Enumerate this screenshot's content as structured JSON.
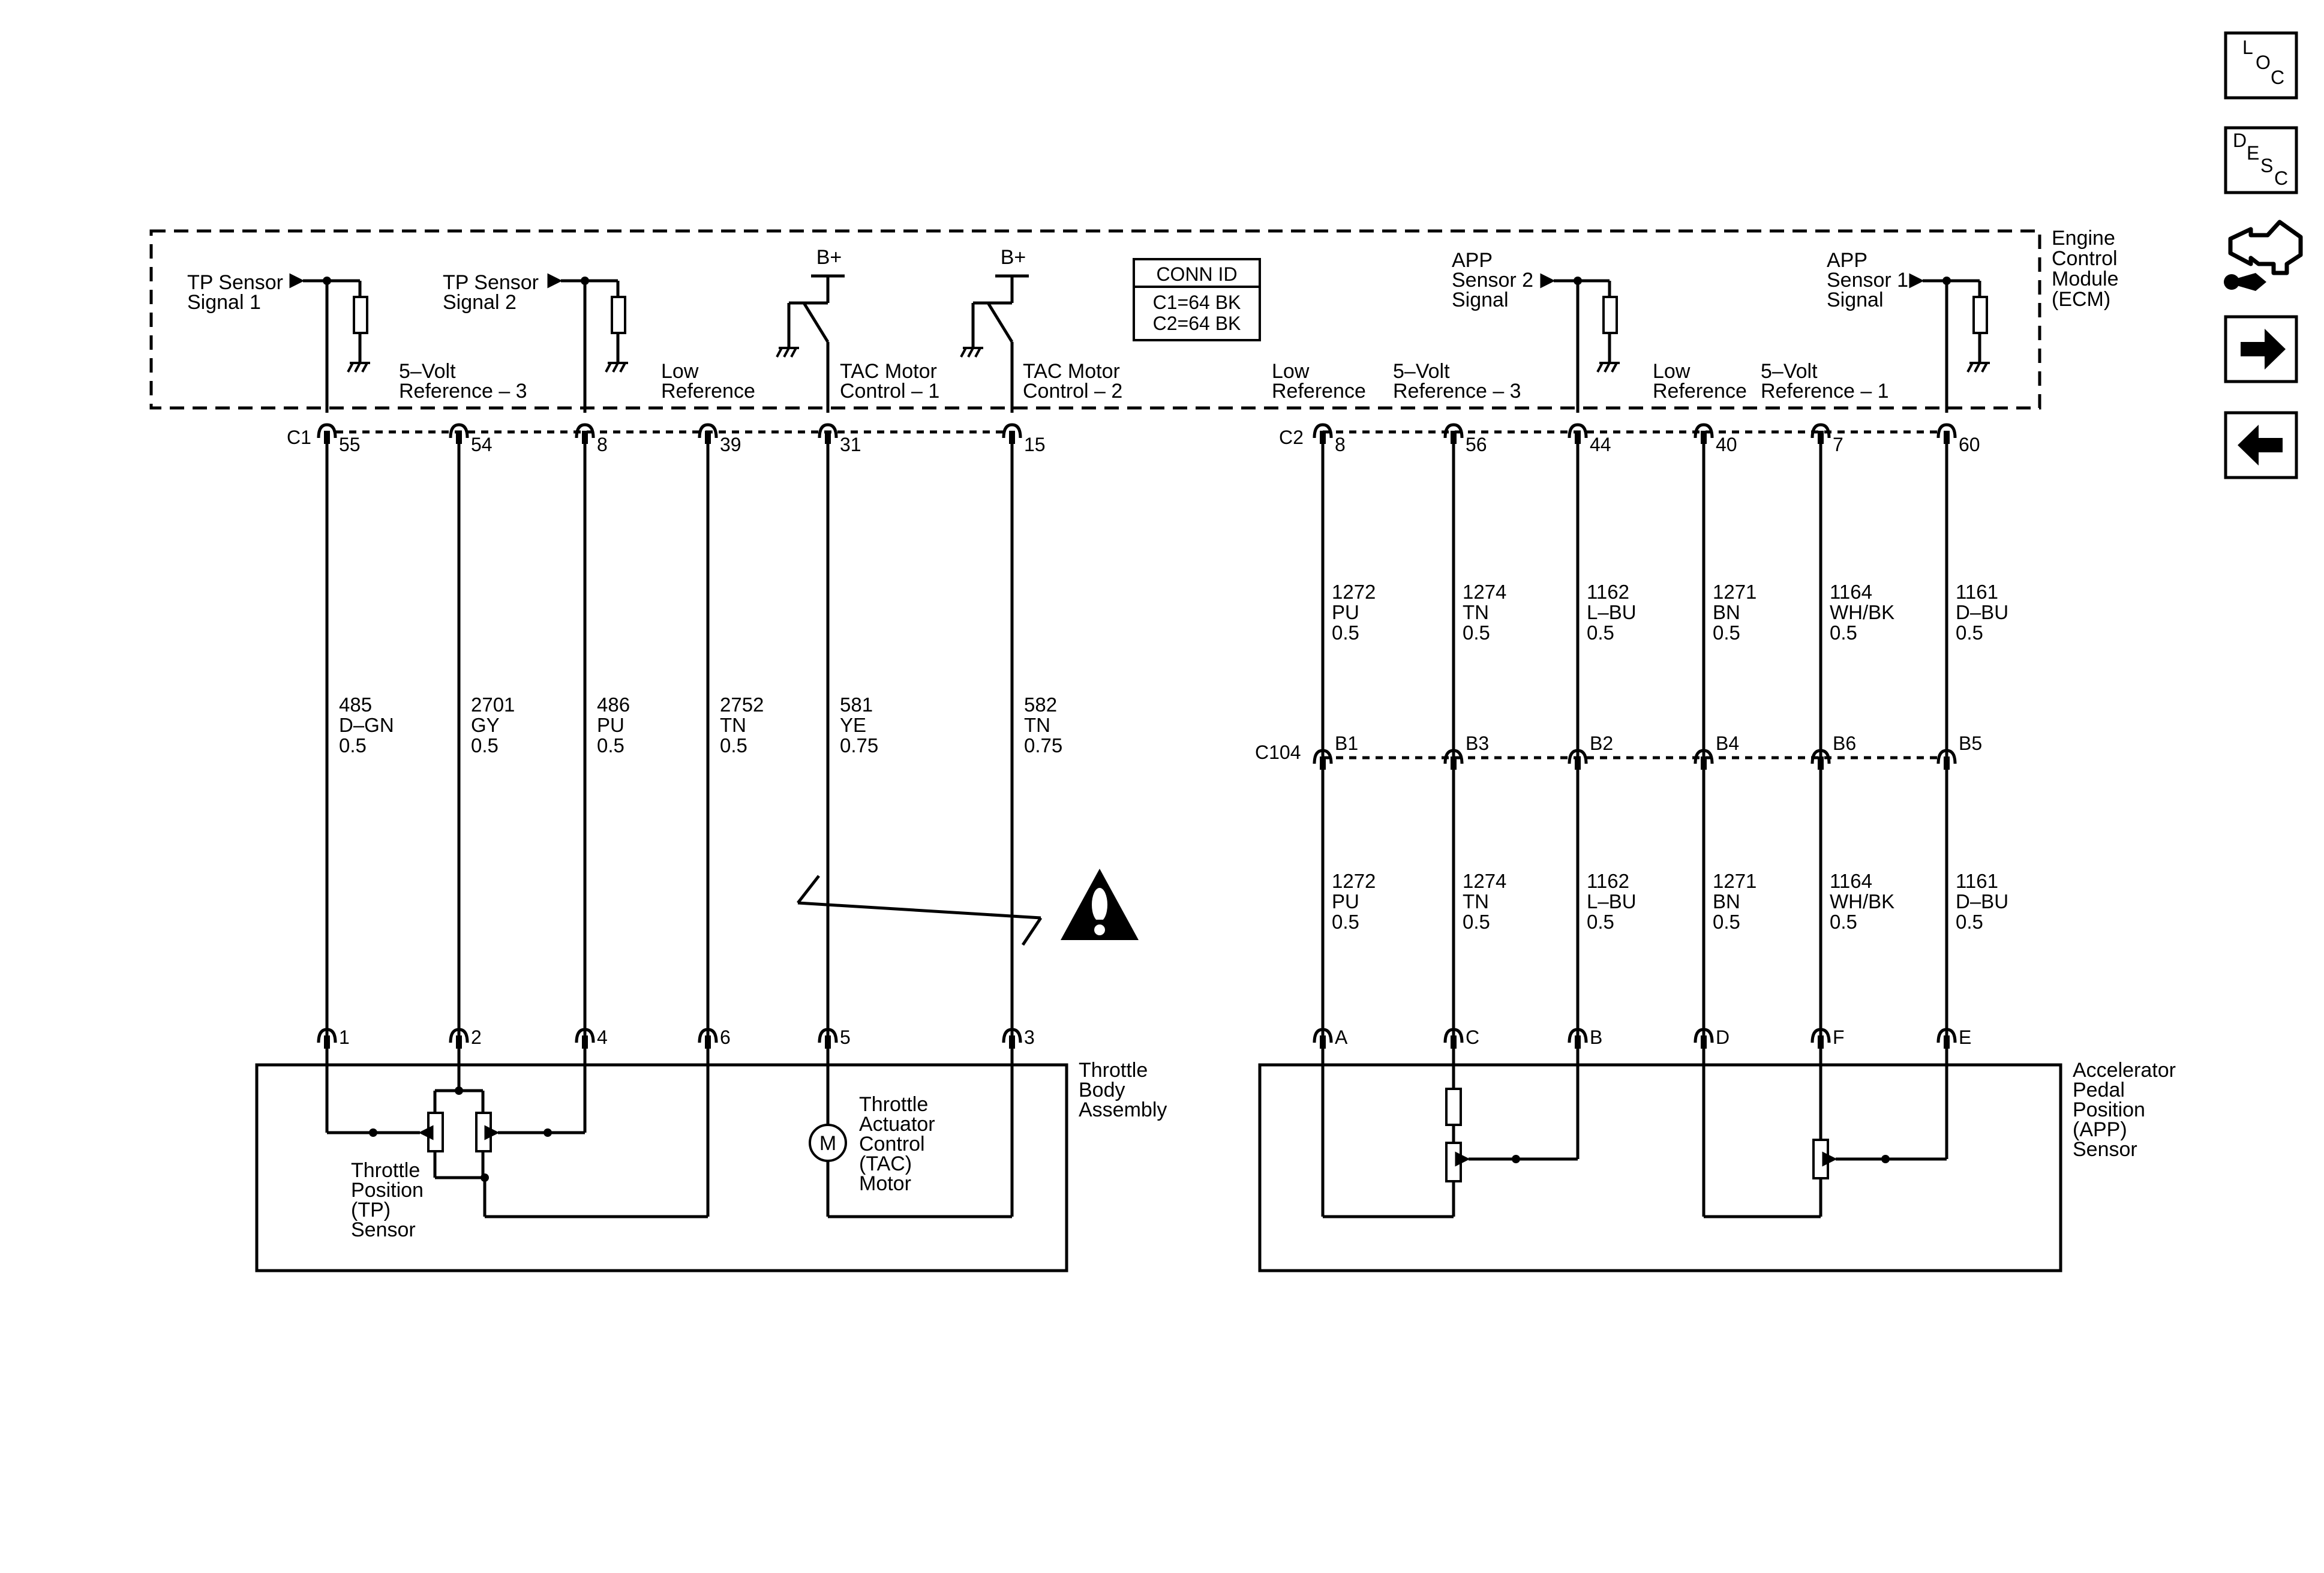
{
  "ecm": {
    "name_lines": [
      "Engine",
      "Control",
      "Module",
      "(ECM)"
    ],
    "internal": {
      "tp1": [
        "TP Sensor",
        "Signal 1"
      ],
      "tp2": [
        "TP Sensor",
        "Signal 2"
      ],
      "ref3_c1": [
        "5–Volt",
        "Reference – 3"
      ],
      "low_c1": [
        "Low",
        "Reference"
      ],
      "bplus1": "B+",
      "bplus2": "B+",
      "tac1": [
        "TAC Motor",
        "Control – 1"
      ],
      "tac2": [
        "TAC Motor",
        "Control – 2"
      ],
      "low_c2a": [
        "Low",
        "Reference"
      ],
      "ref3_c2": [
        "5–Volt",
        "Reference – 3"
      ],
      "app2": [
        "APP",
        "Sensor 2",
        "Signal"
      ],
      "low_c2b": [
        "Low",
        "Reference"
      ],
      "ref1_c2": [
        "5–Volt",
        "Reference – 1"
      ],
      "app1": [
        "APP",
        "Sensor 1",
        "Signal"
      ]
    }
  },
  "conn_id": {
    "title": "CONN ID",
    "lines": [
      "C1=64 BK",
      "C2=64 BK"
    ]
  },
  "connectors": {
    "c1": "C1",
    "c2": "C2",
    "c104": "C104"
  },
  "circuits_c1": [
    {
      "pin": "55",
      "num": "485",
      "color": "D–GN",
      "gauge": "0.5",
      "dev_pin": "1"
    },
    {
      "pin": "54",
      "num": "2701",
      "color": "GY",
      "gauge": "0.5",
      "dev_pin": "2"
    },
    {
      "pin": "8",
      "num": "486",
      "color": "PU",
      "gauge": "0.5",
      "dev_pin": "4"
    },
    {
      "pin": "39",
      "num": "2752",
      "color": "TN",
      "gauge": "0.5",
      "dev_pin": "6"
    },
    {
      "pin": "31",
      "num": "581",
      "color": "YE",
      "gauge": "0.75",
      "dev_pin": "5"
    },
    {
      "pin": "15",
      "num": "582",
      "color": "TN",
      "gauge": "0.75",
      "dev_pin": "3"
    }
  ],
  "circuits_c2": [
    {
      "pin": "8",
      "num": "1272",
      "color": "PU",
      "gauge": "0.5",
      "inline_pin": "B1",
      "dev_pin": "A"
    },
    {
      "pin": "56",
      "num": "1274",
      "color": "TN",
      "gauge": "0.5",
      "inline_pin": "B3",
      "dev_pin": "C"
    },
    {
      "pin": "44",
      "num": "1162",
      "color": "L–BU",
      "gauge": "0.5",
      "inline_pin": "B2",
      "dev_pin": "B"
    },
    {
      "pin": "40",
      "num": "1271",
      "color": "BN",
      "gauge": "0.5",
      "inline_pin": "B4",
      "dev_pin": "D"
    },
    {
      "pin": "7",
      "num": "1164",
      "color": "WH/BK",
      "gauge": "0.5",
      "inline_pin": "B6",
      "dev_pin": "F"
    },
    {
      "pin": "60",
      "num": "1161",
      "color": "D–BU",
      "gauge": "0.5",
      "inline_pin": "B5",
      "dev_pin": "E"
    }
  ],
  "throttle_body": {
    "name_lines": [
      "Throttle",
      "Body",
      "Assembly"
    ],
    "tp_sensor": [
      "Throttle",
      "Position",
      "(TP)",
      "Sensor"
    ],
    "motor_symbol": "M",
    "motor_label": [
      "Throttle",
      "Actuator",
      "Control",
      "(TAC)",
      "Motor"
    ]
  },
  "app_sensor": {
    "name_lines": [
      "Accelerator",
      "Pedal",
      "Position",
      "(APP)",
      "Sensor"
    ]
  },
  "nav": {
    "loc": [
      "L",
      "O",
      "C"
    ],
    "desc": [
      "D",
      "E",
      "S",
      "C"
    ],
    "icons": [
      "loc-icon",
      "desc-icon",
      "connector-wrench-icon",
      "arrow-right-icon",
      "arrow-left-icon"
    ]
  },
  "caution_icon": "warning-triangle-icon"
}
